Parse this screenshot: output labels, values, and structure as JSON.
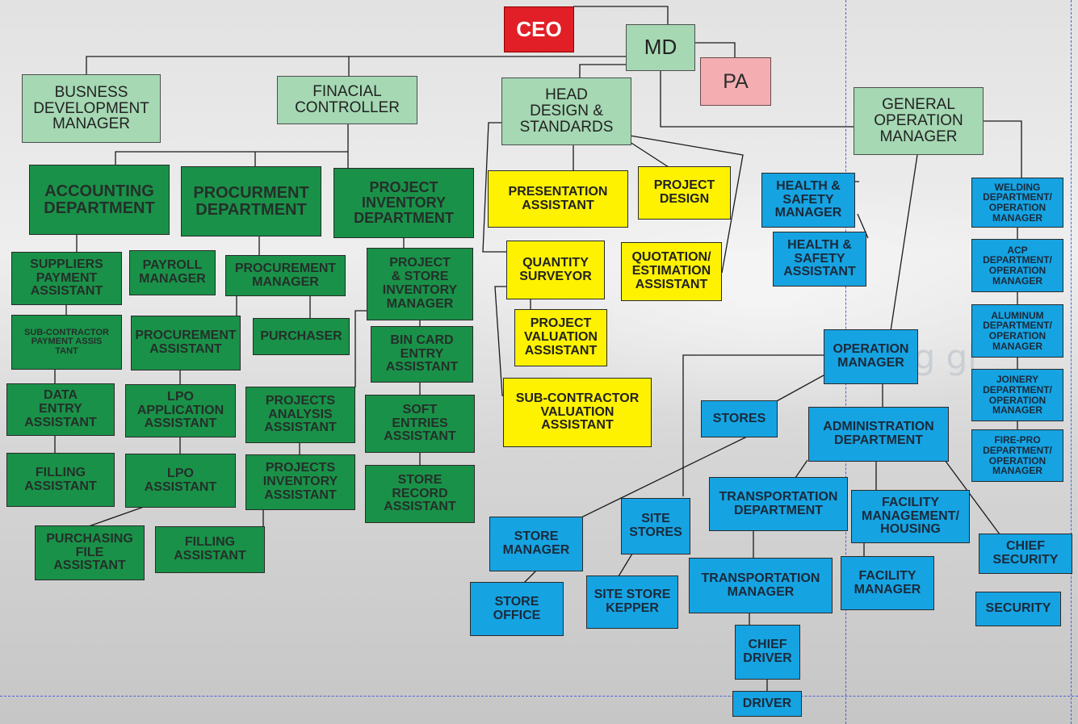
{
  "watermark": {
    "brand_fragment": "ng gl"
  },
  "colors": {
    "executive": "#e21f26",
    "management": "#a5d8b3",
    "finance_team": "#1a9148",
    "design_team": "#fef200",
    "operations_team": "#16a3e2",
    "assistant": "#f4aeb2"
  },
  "org_chart": {
    "ceo": "CEO",
    "md": "MD",
    "pa": "PA",
    "business_dev_manager": "BUSNESS\nDEVELOPMENT\nMANAGER",
    "financial_controller": "FINACIAL\nCONTROLLER",
    "head_design": "HEAD\nDESIGN &\nSTANDARDS",
    "general_operation_manager": "GENERAL\nOPERATION\nMANAGER",
    "accounting_department": "ACCOUNTING\nDEPARTMENT",
    "procurement_department": "PROCURMENT\nDEPARTMENT",
    "project_inventory_department": "PROJECT\nINVENTORY\nDEPARTMENT",
    "suppliers_payment_assistant": "SUPPLIERS\nPAYMENT\nASSISTANT",
    "payroll_manager": "PAYROLL\nMANAGER",
    "procurement_manager": "PROCUREMENT\nMANAGER",
    "subcontractor_payment_assistant": "SUB-CONTRACTOR\nPAYMENT  ASSIS\nTANT",
    "procurement_assistant": "PROCUREMENT\nASSISTANT",
    "purchaser": "PURCHASER",
    "data_entry_assistant": "DATA\nENTRY\nASSISTANT",
    "lpo_application_assistant": "LPO\nAPPLICATION\nASSISTANT",
    "filling_assistant_accounting": "FILLING\nASSISTANT",
    "lpo_assistant": "LPO\nASSISTANT",
    "purchasing_file_assistant": "PURCHASING\nFILE\nASSISTANT",
    "filling_assistant_procurement": "FILLING\nASSISTANT",
    "projects_analysis_assistant": "PROJECTS\nANALYSIS\nASSISTANT",
    "projects_inventory_assistant": "PROJECTS\nINVENTORY\nASSISTANT",
    "project_store_inventory_manager": "PROJECT\n& STORE\nINVENTORY\nMANAGER",
    "bin_card_entry_assistant": "BIN CARD\nENTRY\nASSISTANT",
    "soft_entries_assistant": "SOFT\nENTRIES\nASSISTANT",
    "store_record_assistant": "STORE\nRECORD\nASSISTANT",
    "presentation_assistant": "PRESENTATION\nASSISTANT",
    "project_design": "PROJECT\nDESIGN",
    "quantity_surveyor": "QUANTITY\nSURVEYOR",
    "quotation_estimation_assistant": "QUOTATION/\nESTIMATION\nASSISTANT",
    "project_valuation_assistant": "PROJECT\nVALUATION\nASSISTANT",
    "subcontractor_valuation_assistant": "SUB-CONTRACTOR\nVALUATION\nASSISTANT",
    "health_safety_manager": "HEALTH &\nSAFETY\nMANAGER",
    "health_safety_assistant": "HEALTH &\nSAFETY\nASSISTANT",
    "operation_manager": "OPERATION\nMANAGER",
    "stores": "STORES",
    "administration_department": "ADMINISTRATION\nDEPARTMENT",
    "store_manager": "STORE\nMANAGER",
    "site_stores": "SITE\nSTORES",
    "transportation_department": "TRANSPORTATION\nDEPARTMENT",
    "facility_management_housing": "FACILITY\nMANAGEMENT/\nHOUSING",
    "chief_security": "CHIEF\nSECURITY",
    "store_office": "STORE\nOFFICE",
    "site_store_kepper": "SITE STORE\nKEPPER",
    "transportation_manager": "TRANSPORTATION\nMANAGER",
    "facility_manager": "FACILITY\nMANAGER",
    "security": "SECURITY",
    "chief_driver": "CHIEF\nDRIVER",
    "driver": "DRIVER",
    "welding_department": "WELDING\nDEPARTMENT/\nOPERATION\nMANAGER",
    "acp_department": "ACP\nDEPARTMENT/\nOPERATION\nMANAGER",
    "aluminum_department": "ALUMINUM\nDEPARTMENT/\nOPERATION\nMANAGER",
    "joinery_department": "JOINERY\nDEPARTMENT/\nOPERATION\nMANAGER",
    "firepro_department": "FIRE-PRO\nDEPARTMENT/\nOPERATION\nMANAGER"
  }
}
